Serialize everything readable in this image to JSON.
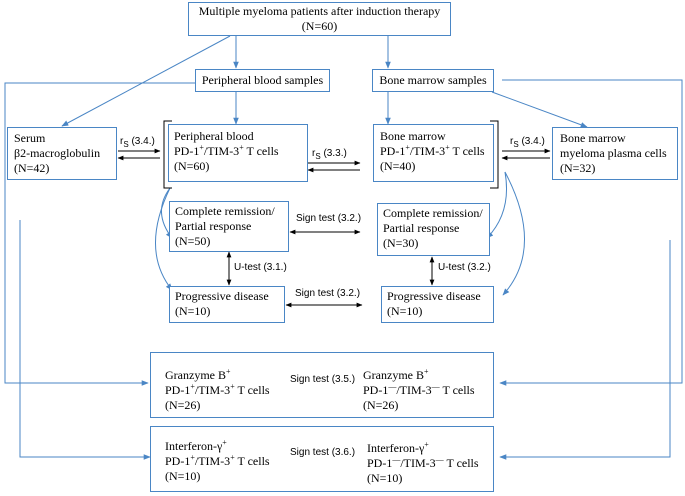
{
  "top": {
    "line1": "Multiple myeloma patients after induction therapy",
    "line2": "(N=60)"
  },
  "pb_samples": "Peripheral blood samples",
  "bm_samples": "Bone marrow samples",
  "serum": {
    "line1": "Serum",
    "line2": "β2-macroglobulin",
    "line3": "(N=42)"
  },
  "pb_cells": {
    "line1": "Peripheral blood",
    "line2a": "PD-1",
    "line2b": "/TIM-3",
    "line2c": " T cells",
    "line3": "(N=60)"
  },
  "bm_cells": {
    "line1": "Bone marrow",
    "line2a": "PD-1",
    "line2b": "/TIM-3",
    "line2c": " T cells",
    "line3": "(N=40)"
  },
  "bm_plasma": {
    "line1": "Bone marrow",
    "line2": "myeloma plasma cells",
    "line3": "(N=32)"
  },
  "cr_left": {
    "line1": "Complete remission/",
    "line2": "Partial response",
    "line3": "(N=50)"
  },
  "cr_right": {
    "line1": "Complete remission/",
    "line2": "Partial response",
    "line3": "(N=30)"
  },
  "pd_left": {
    "line1": "Progressive disease",
    "line2": "(N=10)"
  },
  "pd_right": {
    "line1": "Progressive disease",
    "line2": "(N=10)"
  },
  "gz": {
    "l1": "Granzyme B",
    "l2a": "PD-1",
    "l2b": "/TIM-3",
    "l2c": " T cells",
    "l3": "(N=26)",
    "r1": "Granzyme B",
    "r2a": "PD-1",
    "r2b": "/TIM-3",
    "r2c": " T cells",
    "r3": "(N=26)"
  },
  "ifn": {
    "l1": "Interferon-γ",
    "l2a": "PD-1",
    "l2b": "/TIM-3",
    "l2c": " T cells",
    "l3": "(N=10)",
    "r1": "Interferon-γ",
    "r2a": "PD-1",
    "r2b": "/TIM-3",
    "r2c": " T cells",
    "r3": "(N=10)"
  },
  "sup_plus": "+",
  "sup_minus": "—",
  "labels": {
    "rs": "r",
    "rs_sub": "S",
    "rs_34_left": "(3.4.)",
    "rs_33": "(3.3.)",
    "rs_34_right": "(3.4.)",
    "sign_32_top": "Sign test (3.2.)",
    "sign_32_bottom": "Sign test (3.2.)",
    "utest_31": "U-test (3.1.)",
    "utest_32": "U-test (3.2.)",
    "sign_35": "Sign test (3.5.)",
    "sign_36": "Sign test (3.6.)"
  },
  "colors": {
    "box_border": "#4a86c5",
    "arrow_blue": "#4a86c5",
    "arrow_black": "#000000"
  }
}
